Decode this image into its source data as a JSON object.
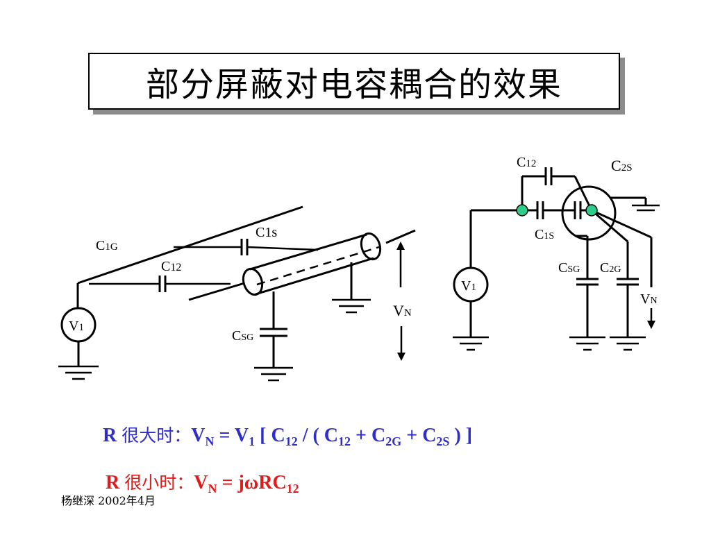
{
  "title": "部分屏蔽对电容耦合的效果",
  "left_diagram": {
    "c1g": [
      "C",
      "1G"
    ],
    "c1s": [
      "C",
      "1s"
    ],
    "c12": [
      "C",
      "12"
    ],
    "csg": [
      "C",
      "SG"
    ],
    "v1": [
      "V",
      "1"
    ],
    "vn": [
      "V",
      "N"
    ]
  },
  "right_diagram": {
    "c12": [
      "C",
      "12"
    ],
    "c2s": [
      "C",
      "2S"
    ],
    "c1s": [
      "C",
      "1S"
    ],
    "csg": [
      "C",
      "SG"
    ],
    "c2g": [
      "C",
      "2G"
    ],
    "v1": [
      "V",
      "1"
    ],
    "vn": [
      "V",
      "N"
    ]
  },
  "formula_large": {
    "lead": "R ",
    "cond": "很大时：",
    "expr": [
      "V",
      "N",
      " = V",
      "1",
      " [ C",
      "12",
      " / ( C",
      "12",
      " + C",
      "2G",
      " + C",
      "2S",
      " ) ]"
    ]
  },
  "formula_small": {
    "lead": "R ",
    "cond": "很小时：",
    "expr": [
      "V",
      "N",
      " = jωRC",
      "12"
    ]
  },
  "author_line": "杨继深  2002年4月",
  "colors": {
    "formula_blue": "#2f2fc8",
    "formula_red": "#e01b1b",
    "node_fill": "#2ecc8a",
    "title_shadow": "#8c8c8c"
  }
}
